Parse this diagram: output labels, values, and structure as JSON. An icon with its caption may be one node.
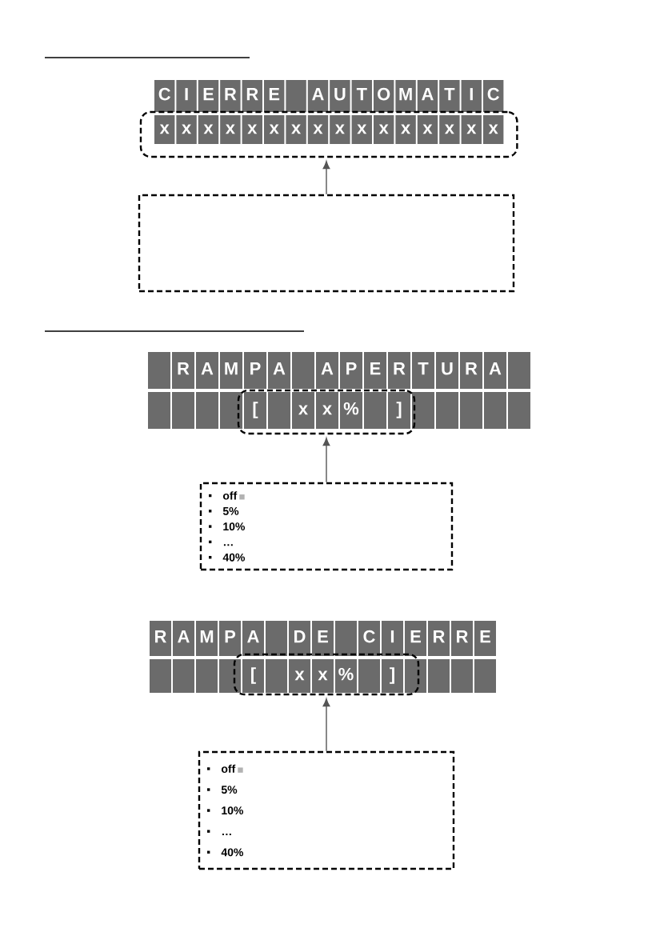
{
  "diagram": {
    "nodes": [
      {
        "text": [
          "C",
          "I",
          "E",
          "R",
          "R",
          "E",
          "A",
          "U",
          "T",
          "O",
          "M",
          "A",
          "T",
          "I",
          "C"
        ]
      },
      {
        "text": [],
        "shape": "box"
      },
      {
        "text": [
          "x",
          "x",
          "x",
          "x",
          "x",
          "x",
          "x",
          "x",
          "x",
          "x",
          "x",
          "x",
          "x",
          "x",
          "x",
          "x"
        ],
        "in": 1
      },
      {
        "text": [],
        "shape": "box"
      },
      {
        "text": [
          "R",
          "A",
          "M",
          "P",
          "A",
          "A",
          "P",
          "E",
          "R",
          "T",
          "U",
          "R",
          "A"
        ]
      },
      {
        "text": [],
        "shape": "bar"
      },
      {
        "text": [
          "[",
          "x",
          "x",
          "%",
          "]"
        ]
      },
      {
        "text": [
          "off",
          "5%",
          "10%",
          "…",
          "40%"
        ]
      },
      {
        "text": [
          "R",
          "A",
          "M",
          "P",
          "A",
          "D",
          "E",
          "C",
          "I",
          "E",
          "R",
          "R",
          "E"
        ]
      },
      {
        "text": [],
        "shape": "bar"
      },
      {
        "text": [
          "[",
          "x",
          "x",
          "%",
          "]"
        ]
      },
      {
        "text": [
          "off",
          "5%",
          "10%",
          "…",
          "40%"
        ]
      }
    ],
    "edges": [
      {
        "from": 3,
        "to": 1,
        "arrow": "to"
      },
      {
        "from": 7,
        "to": 6,
        "arrow": "to"
      },
      {
        "from": 11,
        "to": 10,
        "arrow": "to"
      }
    ]
  }
}
